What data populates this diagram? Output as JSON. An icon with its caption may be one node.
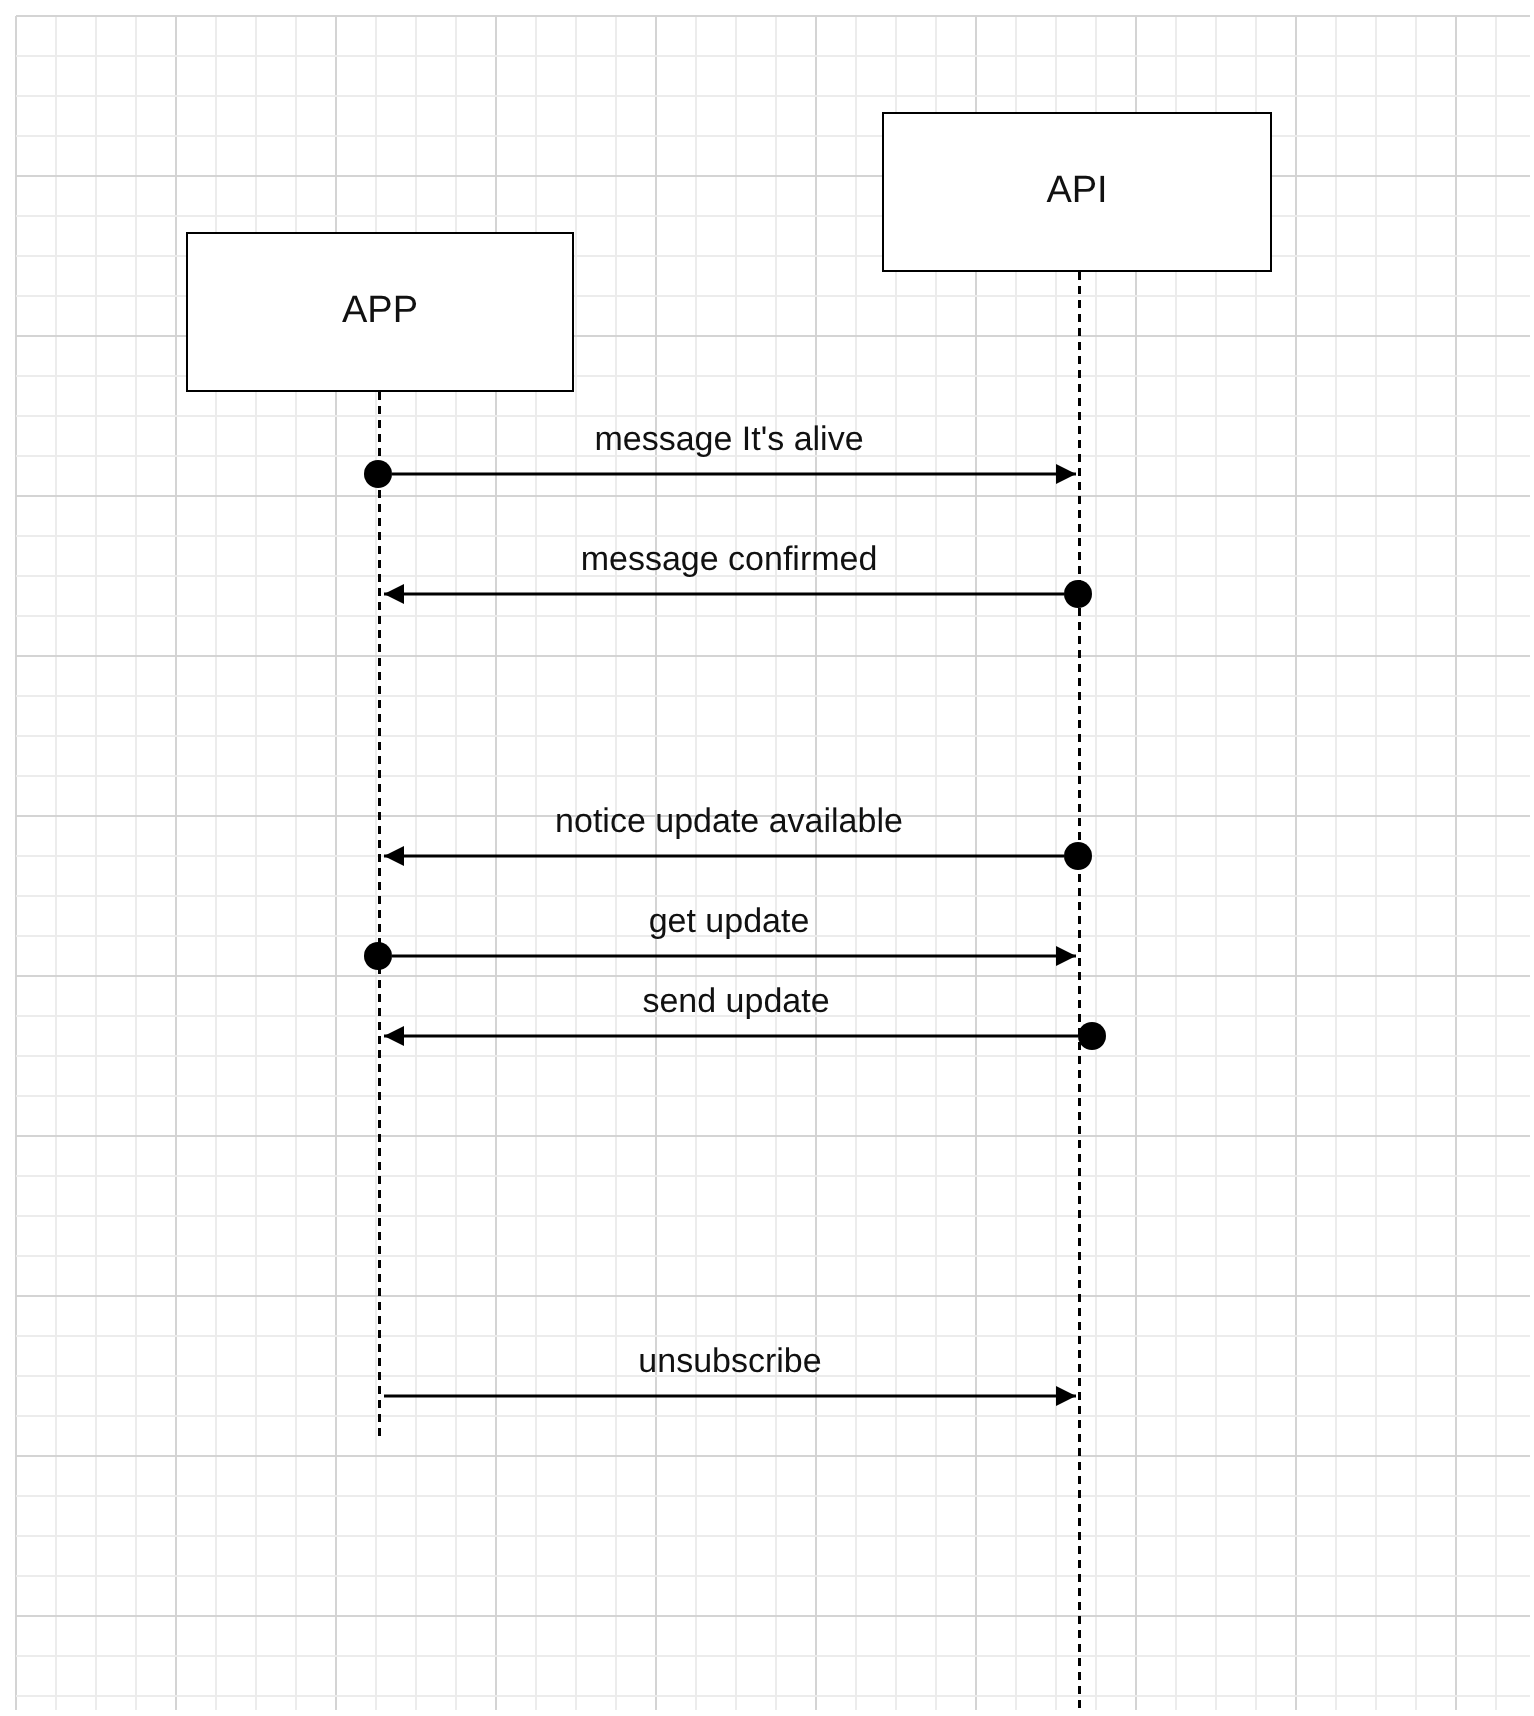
{
  "diagram": {
    "nodes": [
      {
        "text": [
          "APP"
        ]
      },
      {
        "text": [
          "API"
        ]
      },
      {
        "text": [],
        "shape": "line"
      },
      {
        "text": [],
        "shape": "line"
      },
      {
        "text": [],
        "shape": "circle"
      },
      {
        "text": [],
        "shape": "circle"
      },
      {
        "text": [],
        "shape": "circle"
      },
      {
        "text": [],
        "shape": "circle"
      },
      {
        "text": [],
        "shape": "circle"
      }
    ],
    "edges": [
      {
        "from": 4,
        "to": 3,
        "arrow": "to",
        "label": "message It's alive"
      },
      {
        "from": 5,
        "to": 2,
        "arrow": "to",
        "label": "message confirmed"
      },
      {
        "from": 6,
        "to": 2,
        "arrow": "to",
        "label": "notice update available"
      },
      {
        "from": 7,
        "to": 3,
        "arrow": "to",
        "label": "get update"
      },
      {
        "from": 8,
        "to": 2,
        "arrow": "to",
        "label": "send update"
      },
      {
        "from": 2,
        "to": 3,
        "arrow": "to",
        "label": "unsubscribe"
      }
    ]
  }
}
